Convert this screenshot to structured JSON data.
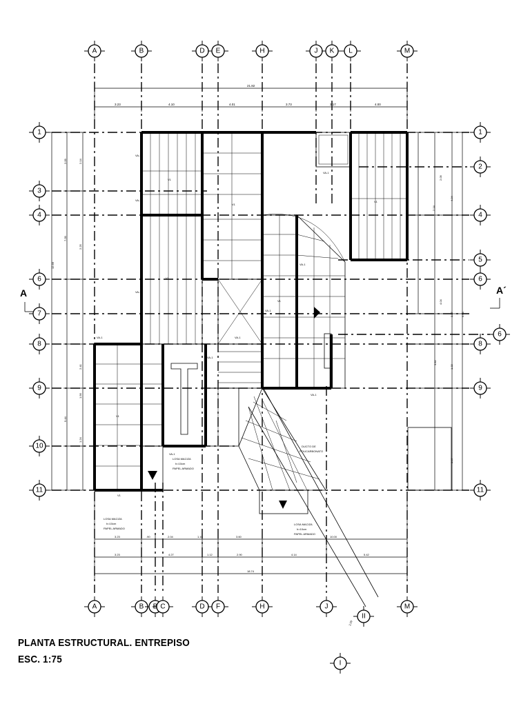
{
  "title": "PLANTA ESTRUCTURAL. ENTREPISO",
  "scale": "ESC. 1:75",
  "section_marks": {
    "left": "A",
    "right": "A´"
  },
  "axes_top": [
    "A",
    "B",
    "D",
    "E",
    "H",
    "J",
    "K",
    "L",
    "M"
  ],
  "axes_bottom": [
    "A",
    "B",
    "B",
    "C",
    "D",
    "F",
    "H",
    "J",
    "M",
    "II",
    "I"
  ],
  "axes_left": [
    "1",
    "3",
    "4",
    "6",
    "7",
    "8",
    "9",
    "10",
    "11"
  ],
  "axes_right": [
    "1",
    "2",
    "4",
    "5",
    "6",
    "6",
    "8",
    "9",
    "11"
  ],
  "dims_top_total": "21.82",
  "dims_top": [
    "3.23",
    "4.10",
    "4.01",
    "3.73",
    "3.17",
    "4.00"
  ],
  "dims_bottom_1": [
    "3.23",
    ".90",
    "2.04",
    "1.10",
    "3.60",
    "10.00"
  ],
  "dims_bottom_2": [
    "3.23",
    "4.27",
    "1.12",
    "2.90",
    "4.14",
    "5.42"
  ],
  "dims_bottom_total": "18.74",
  "dims_left_outer": "12.66",
  "dims_left": [
    "2.14",
    "2.09",
    "7.39",
    "2.25",
    "2.41",
    "1.56",
    "5.44",
    "1.24",
    "1.56"
  ],
  "dims_right": [
    "2.09",
    "2.14",
    "4.34",
    "4.04",
    "3.82",
    "1.32",
    "2.07",
    "6.64",
    "2.27"
  ],
  "notes": {
    "losa_text_1": "LOSA MACIZA",
    "losa_text_2": "h=10cm",
    "losa_text_3": "PAPEL ARMADO",
    "ducto_1": "DUCTO DE",
    "ducto_2": "POLICARBONATO",
    "dim_diag": "2.09",
    "beam_small": "VA-1",
    "joist": "V1"
  }
}
